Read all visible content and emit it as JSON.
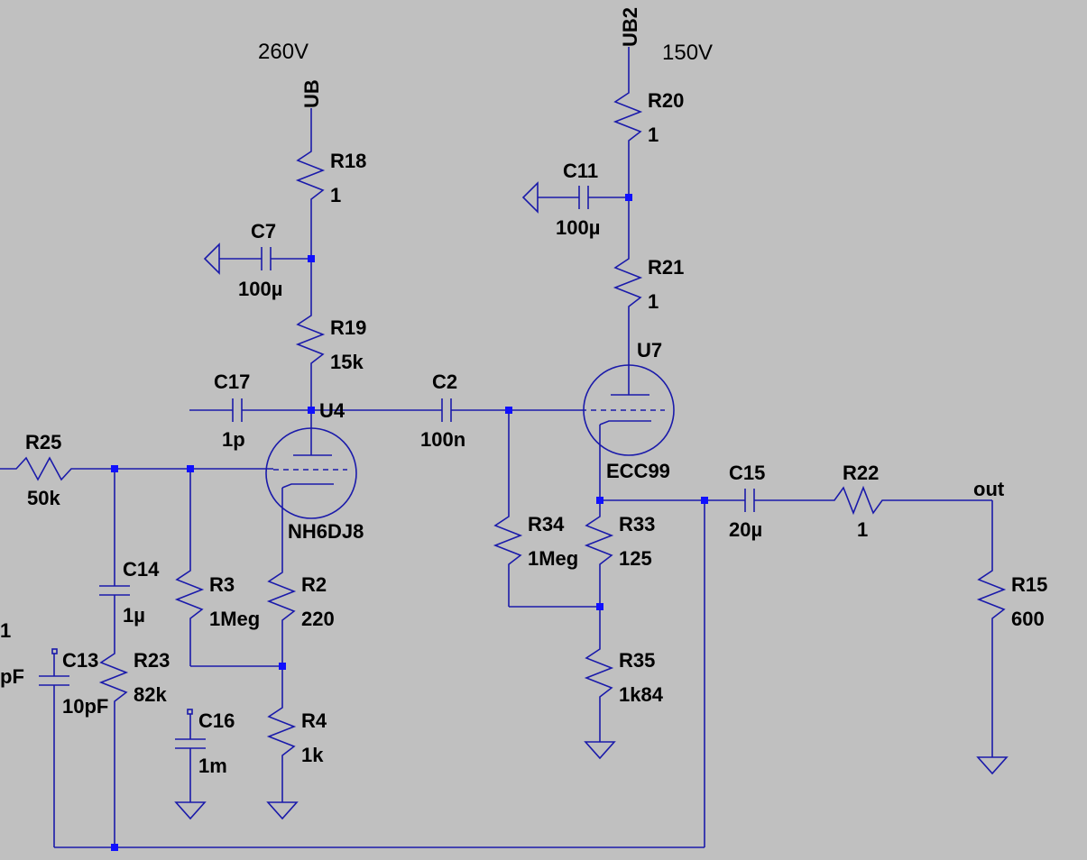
{
  "supplies": {
    "ub": {
      "net": "UB",
      "voltage": "260V"
    },
    "ub2": {
      "net": "UB2",
      "voltage": "150V"
    }
  },
  "nets": {
    "out": "out"
  },
  "components": {
    "R18": {
      "ref": "R18",
      "value": "1"
    },
    "C7": {
      "ref": "C7",
      "value": "100µ"
    },
    "R19": {
      "ref": "R19",
      "value": "15k"
    },
    "C17": {
      "ref": "C17",
      "value": "1p"
    },
    "U4": {
      "ref": "U4",
      "value": "NH6DJ8"
    },
    "C2": {
      "ref": "C2",
      "value": "100n"
    },
    "R25": {
      "ref": "R25",
      "value": "50k"
    },
    "C14": {
      "ref": "C14",
      "value": "1µ"
    },
    "R3": {
      "ref": "R3",
      "value": "1Meg"
    },
    "R2": {
      "ref": "R2",
      "value": "220"
    },
    "C13": {
      "ref": "C13",
      "value": "10pF"
    },
    "R23": {
      "ref": "R23",
      "value": "82k"
    },
    "C16": {
      "ref": "C16",
      "value": "1m"
    },
    "R4": {
      "ref": "R4",
      "value": "1k"
    },
    "R20": {
      "ref": "R20",
      "value": "1"
    },
    "C11": {
      "ref": "C11",
      "value": "100µ"
    },
    "R21": {
      "ref": "R21",
      "value": "1"
    },
    "U7": {
      "ref": "U7",
      "value": "ECC99"
    },
    "R34": {
      "ref": "R34",
      "value": "1Meg"
    },
    "R33": {
      "ref": "R33",
      "value": "125"
    },
    "R35": {
      "ref": "R35",
      "value": "1k84"
    },
    "C15": {
      "ref": "C15",
      "value": "20µ"
    },
    "R22": {
      "ref": "R22",
      "value": "1"
    },
    "R15": {
      "ref": "R15",
      "value": "600"
    }
  },
  "clipped": {
    "left_ref": "1",
    "left_value": "pF"
  },
  "colors": {
    "background": "#c0c0c0",
    "wire": "#1a1aaa",
    "junction": "#1010ff"
  }
}
